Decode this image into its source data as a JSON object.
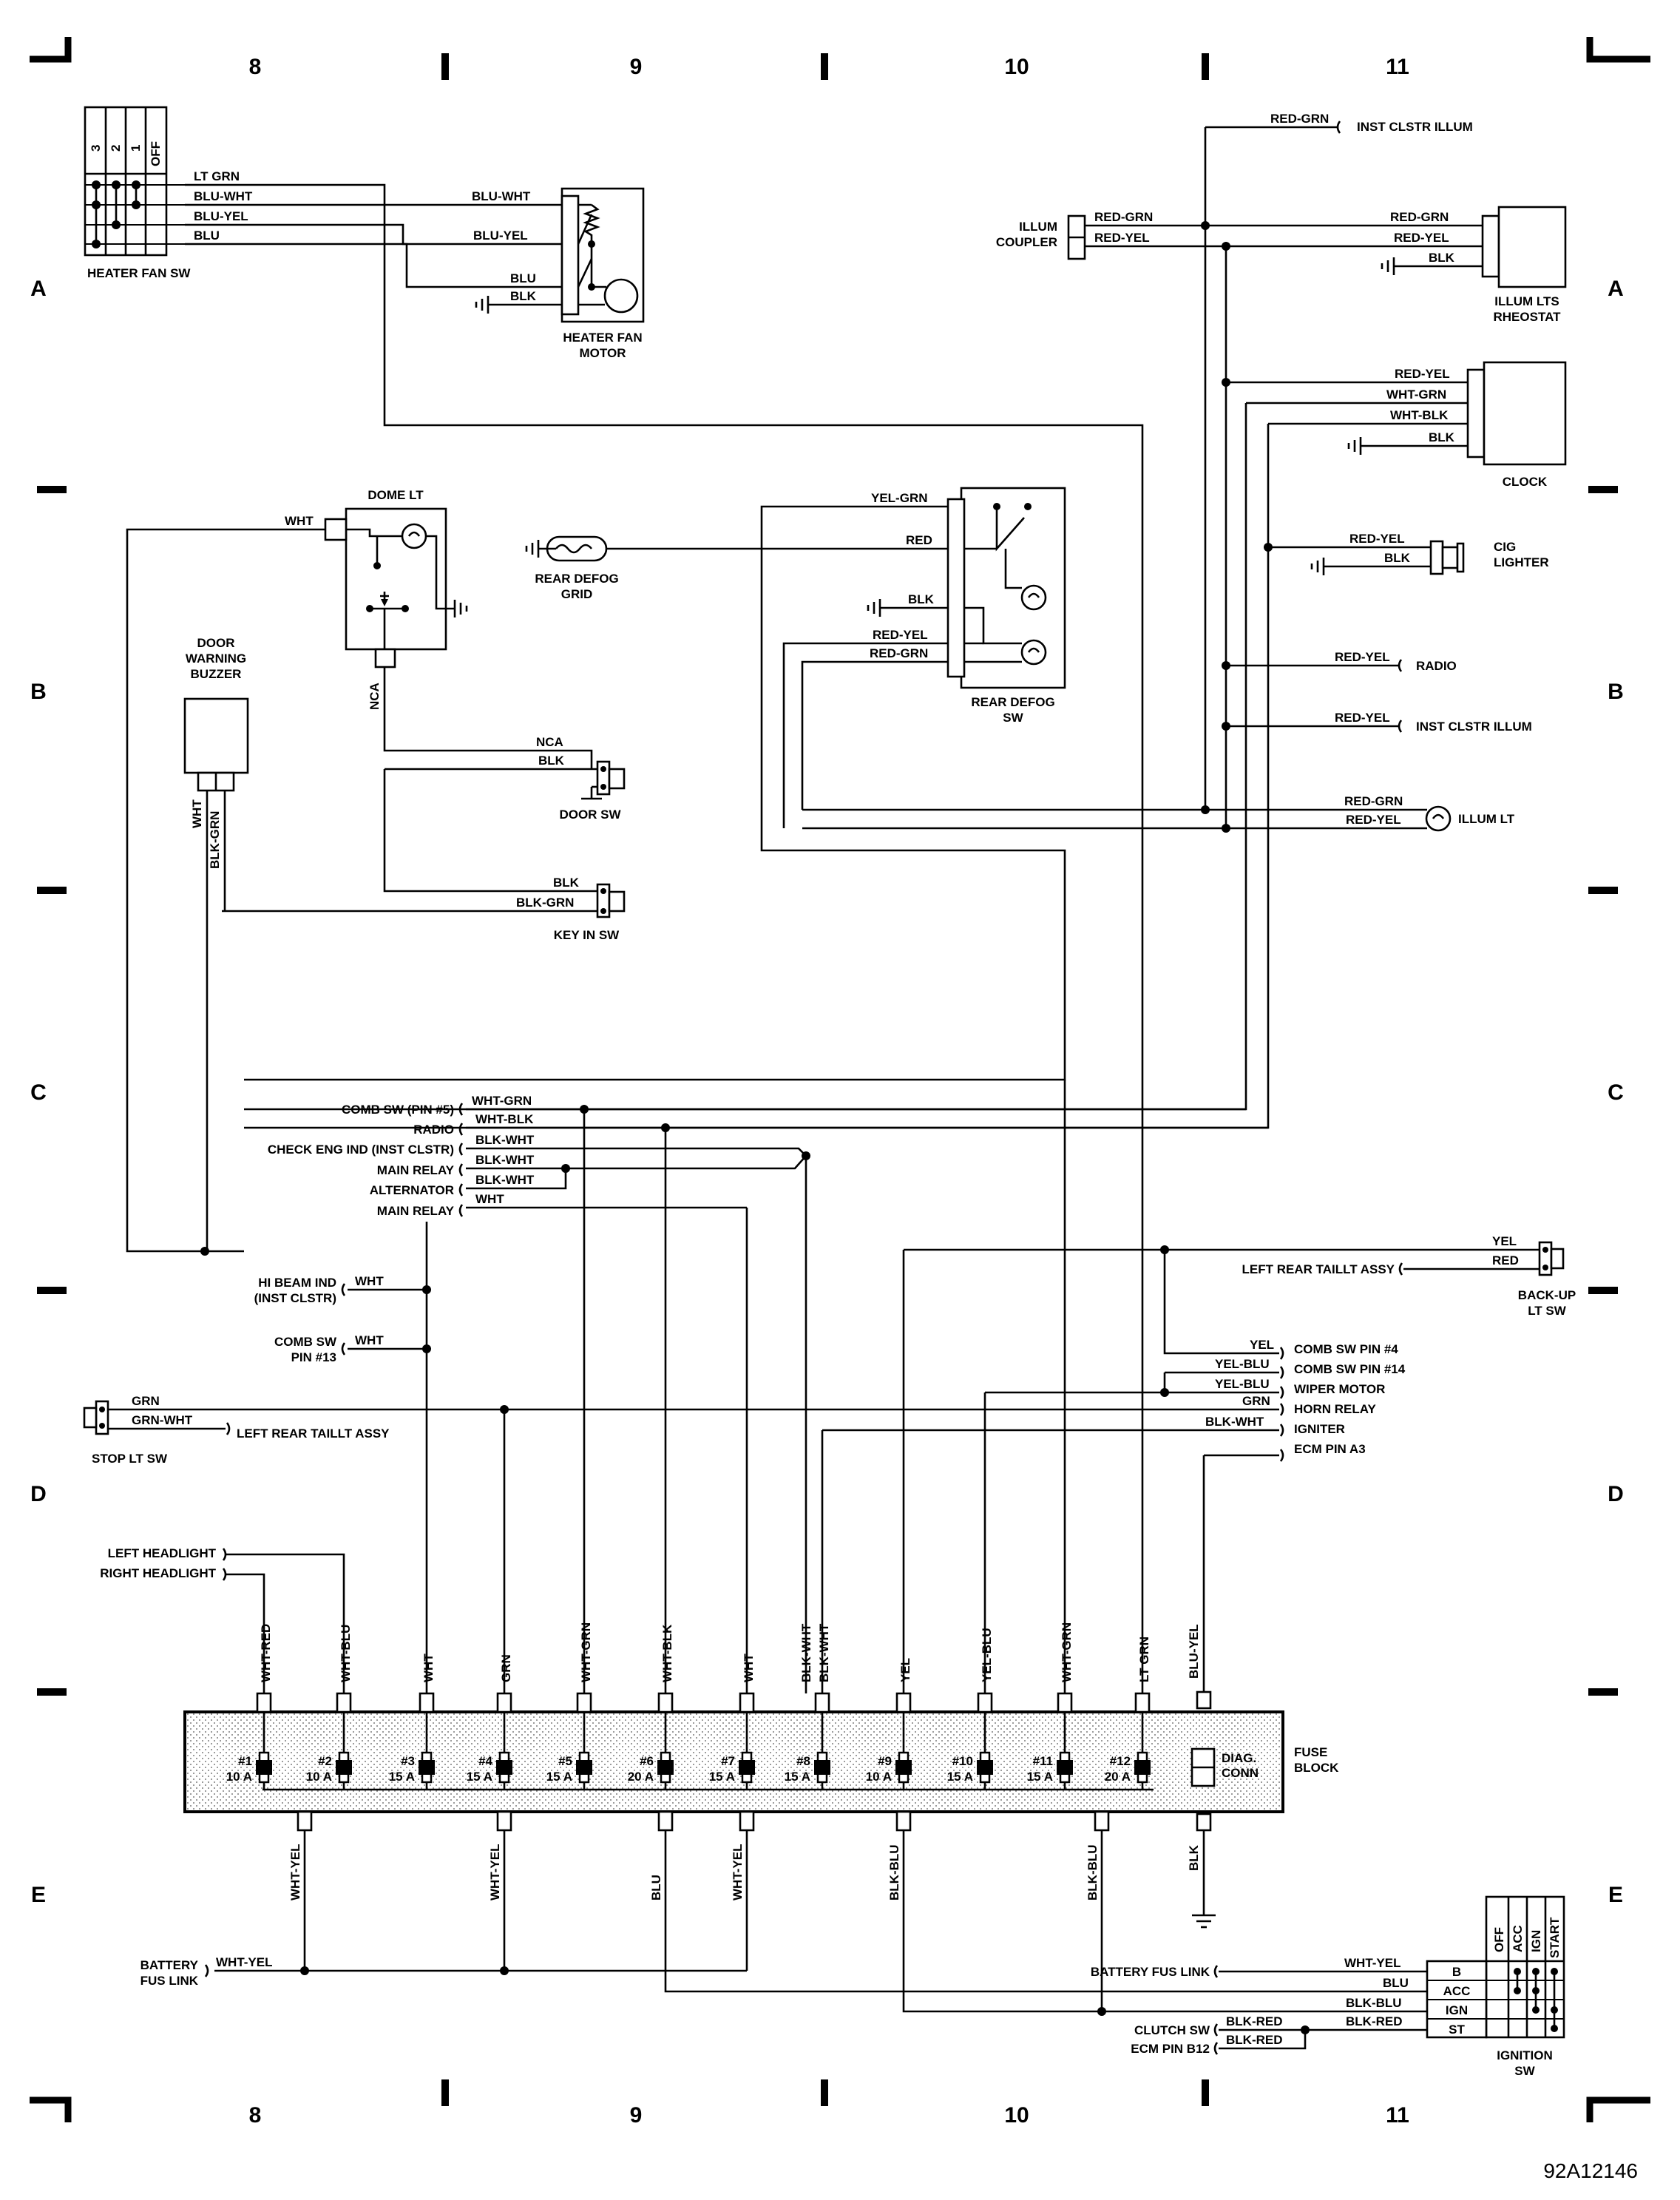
{
  "grid": {
    "columns": [
      "8",
      "9",
      "10",
      "11"
    ],
    "rows": [
      "A",
      "B",
      "C",
      "D",
      "E"
    ]
  },
  "figure_id": "92A12146",
  "components": {
    "heater_fan_sw": "HEATER FAN SW",
    "heater_fan_sw_positions": [
      "3",
      "2",
      "1",
      "OFF"
    ],
    "heater_fan_motor": [
      "HEATER FAN",
      "MOTOR"
    ],
    "illum_coupler": [
      "ILLUM",
      "COUPLER"
    ],
    "illum_lts_rheostat": [
      "ILLUM LTS",
      "RHEOSTAT"
    ],
    "clock": "CLOCK",
    "cig_lighter": [
      "CIG",
      "LIGHTER"
    ],
    "dome_lt": "DOME LT",
    "rear_defog_grid": [
      "REAR DEFOG",
      "GRID"
    ],
    "rear_defog_sw": [
      "REAR DEFOG",
      "SW"
    ],
    "door_warning_buzzer": [
      "DOOR",
      "WARNING",
      "BUZZER"
    ],
    "door_sw": "DOOR SW",
    "key_in_sw": "KEY IN SW",
    "back_up_lt_sw": [
      "BACK-UP",
      "LT SW"
    ],
    "stop_lt_sw": "STOP LT SW",
    "fuse_block": [
      "FUSE",
      "BLOCK"
    ],
    "diag_conn": [
      "DIAG.",
      "CONN"
    ],
    "ignition_sw": [
      "IGNITION",
      "SW"
    ],
    "ignition_positions": [
      "OFF",
      "ACC",
      "IGN",
      "START"
    ],
    "ignition_terminals": [
      "B",
      "ACC",
      "IGN",
      "ST"
    ]
  },
  "destinations": {
    "inst_clstr_illum": "INST CLSTR ILLUM",
    "radio": "RADIO",
    "illum_lt": "ILLUM LT",
    "comb_sw_pin5": "COMB SW (PIN #5)",
    "radio_left": "RADIO",
    "check_eng_ind": "CHECK ENG IND (INST CLSTR)",
    "main_relay": "MAIN RELAY",
    "alternator": "ALTERNATOR",
    "hi_beam_ind": [
      "HI BEAM IND",
      "(INST CLSTR)"
    ],
    "comb_sw_pin13": [
      "COMB SW",
      "PIN #13"
    ],
    "left_rear_taillt_assy": "LEFT REAR TAILLT ASSY",
    "comb_sw_pin4": "COMB SW PIN #4",
    "comb_sw_pin14": "COMB SW PIN #14",
    "wiper_motor": "WIPER MOTOR",
    "horn_relay": "HORN RELAY",
    "igniter": "IGNITER",
    "ecm_pin_a3": "ECM PIN A3",
    "left_headlight": "LEFT HEADLIGHT",
    "right_headlight": "RIGHT HEADLIGHT",
    "battery_fus_link": [
      "BATTERY",
      "FUS LINK"
    ],
    "battery_fus_link_right": "BATTERY FUS LINK",
    "clutch_sw": "CLUTCH SW",
    "ecm_pin_b12": "ECM PIN B12"
  },
  "fuses": [
    {
      "num": "#1",
      "amps": "10 A",
      "top": "WHT-RED",
      "bottom": "WHT-YEL"
    },
    {
      "num": "#2",
      "amps": "10 A",
      "top": "WHT-BLU",
      "bottom": ""
    },
    {
      "num": "#3",
      "amps": "15 A",
      "top": "WHT",
      "bottom": ""
    },
    {
      "num": "#4",
      "amps": "15 A",
      "top": "GRN",
      "bottom": "WHT-YEL"
    },
    {
      "num": "#5",
      "amps": "15 A",
      "top": "WHT-GRN",
      "bottom": ""
    },
    {
      "num": "#6",
      "amps": "20 A",
      "top": "WHT-BLK",
      "bottom": "BLU"
    },
    {
      "num": "#7",
      "amps": "15 A",
      "top": "WHT",
      "bottom": "WHT-YEL"
    },
    {
      "num": "#8",
      "amps": "15 A",
      "top": "BLK-WHT",
      "top2": "BLK-WHT",
      "bottom": ""
    },
    {
      "num": "#9",
      "amps": "10 A",
      "top": "YEL",
      "bottom": "BLK-BLU"
    },
    {
      "num": "#10",
      "amps": "15 A",
      "top": "YEL-BLU",
      "bottom": ""
    },
    {
      "num": "#11",
      "amps": "15 A",
      "top": "WHT-GRN",
      "bottom": ""
    },
    {
      "num": "#12",
      "amps": "20 A",
      "top": "LT GRN",
      "bottom": "BLK-BLU"
    }
  ],
  "diag_wires": {
    "top": "BLU-YEL",
    "bottom": "BLK"
  },
  "wires": {
    "lt_grn": "LT GRN",
    "blu_wht": "BLU-WHT",
    "blu_yel": "BLU-YEL",
    "blu": "BLU",
    "blk": "BLK",
    "red_grn": "RED-GRN",
    "red_yel": "RED-YEL",
    "wht_grn": "WHT-GRN",
    "wht_blk": "WHT-BLK",
    "wht": "WHT",
    "nca": "NCA",
    "blk_grn": "BLK-GRN",
    "yel_grn": "YEL-GRN",
    "red": "RED",
    "blk_wht": "BLK-WHT",
    "yel": "YEL",
    "yel_blu": "YEL-BLU",
    "grn": "GRN",
    "grn_wht": "GRN-WHT",
    "wht_yel": "WHT-YEL",
    "blk_blu": "BLK-BLU",
    "blk_red": "BLK-RED"
  }
}
